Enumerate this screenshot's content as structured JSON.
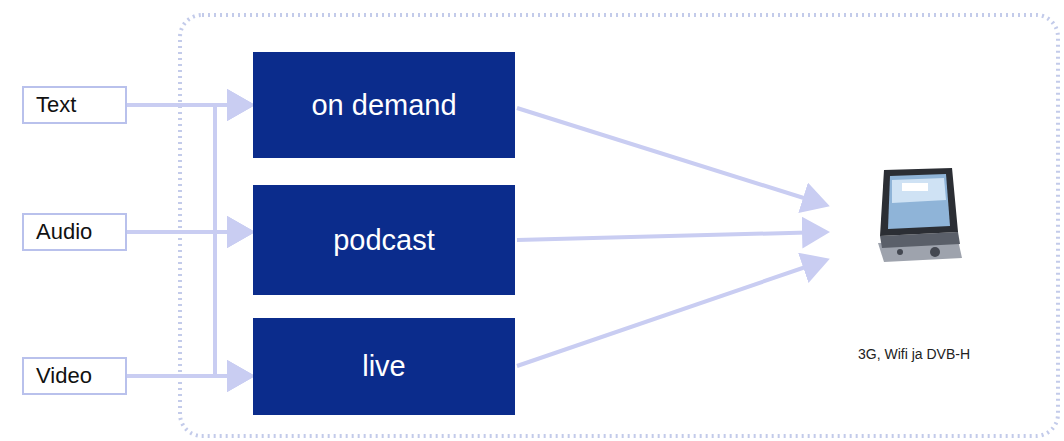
{
  "diagram": {
    "nodes": [
      {
        "text": [
          "Text"
        ]
      },
      {
        "text": [
          "Audio"
        ]
      },
      {
        "text": [
          "Video"
        ]
      },
      {
        "text": [
          "on demand"
        ]
      },
      {
        "text": [
          "podcast"
        ]
      },
      {
        "text": [
          "live"
        ]
      }
    ],
    "edges": [
      {
        "from": 0,
        "to": 3,
        "arrow": "to"
      },
      {
        "from": 0,
        "to": 4,
        "arrow": "to"
      },
      {
        "from": 0,
        "to": 5,
        "arrow": "to"
      },
      {
        "from": 1,
        "to": 3,
        "arrow": "to"
      },
      {
        "from": 1,
        "to": 4,
        "arrow": "to"
      },
      {
        "from": 1,
        "to": 5,
        "arrow": "to"
      },
      {
        "from": 2,
        "to": 3,
        "arrow": "to"
      },
      {
        "from": 2,
        "to": 4,
        "arrow": "to"
      },
      {
        "from": 2,
        "to": 5,
        "arrow": "to"
      }
    ],
    "labels": [
      "3G, Wifi ja DVB-H"
    ]
  }
}
